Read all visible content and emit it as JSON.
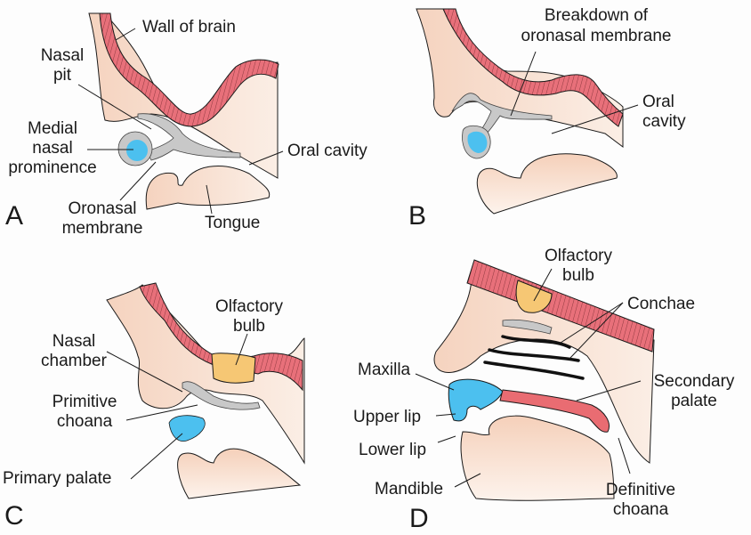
{
  "colors": {
    "tissue": "#f7dccb",
    "brain_wall": "#e8707a",
    "epithelium": "#c8c8c8",
    "mesenchyme_blue": "#4cc0ef",
    "olfactory_bulb": "#f6c774",
    "palate_red": "#e96c72",
    "line": "#1a1a1a"
  },
  "panels": {
    "A": {
      "letter": "A",
      "labels": {
        "wall_of_brain": "Wall of brain",
        "nasal_pit_1": "Nasal",
        "nasal_pit_2": "pit",
        "medial_1": "Medial",
        "medial_2": "nasal",
        "medial_3": "prominence",
        "oral_cavity": "Oral cavity",
        "oronasal_1": "Oronasal",
        "oronasal_2": "membrane",
        "tongue": "Tongue"
      }
    },
    "B": {
      "letter": "B",
      "labels": {
        "breakdown_1": "Breakdown of",
        "breakdown_2": "oronasal membrane",
        "oral_1": "Oral",
        "oral_2": "cavity"
      }
    },
    "C": {
      "letter": "C",
      "labels": {
        "olfactory_1": "Olfactory",
        "olfactory_2": "bulb",
        "nasal_chamber_1": "Nasal",
        "nasal_chamber_2": "chamber",
        "primitive_1": "Primitive",
        "primitive_2": "choana",
        "primary_palate": "Primary palate"
      }
    },
    "D": {
      "letter": "D",
      "labels": {
        "olfactory_1": "Olfactory",
        "olfactory_2": "bulb",
        "conchae": "Conchae",
        "maxilla": "Maxilla",
        "secondary_1": "Secondary",
        "secondary_2": "palate",
        "upper_lip": "Upper lip",
        "lower_lip": "Lower lip",
        "mandible": "Mandible",
        "definitive_1": "Definitive",
        "definitive_2": "choana"
      }
    }
  }
}
